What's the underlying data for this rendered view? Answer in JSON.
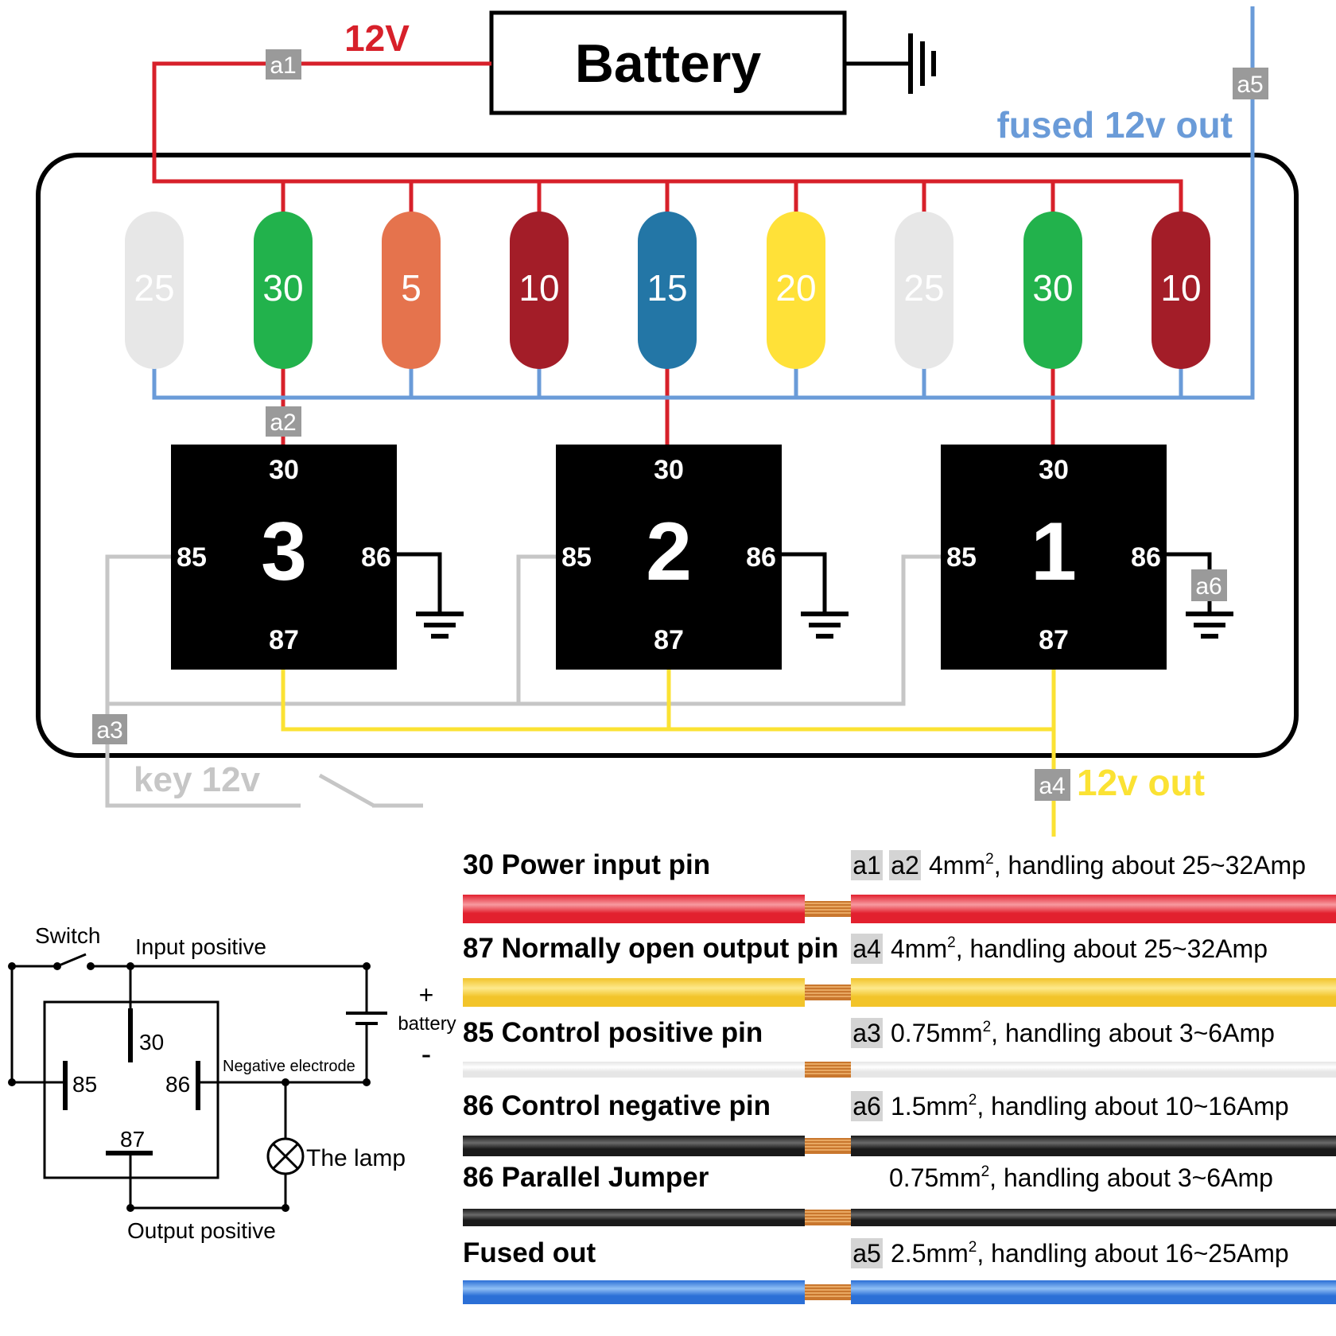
{
  "top_diagram": {
    "supply_label": "12V",
    "battery_label": "Battery",
    "fused_out_label": "fused 12v out",
    "key_label": "key 12v",
    "out_label": "12v out",
    "markers": [
      "a1",
      "a2",
      "a3",
      "a4",
      "a5",
      "a6"
    ],
    "fuses": [
      {
        "rating": "25",
        "color": "#e7e7e7",
        "text_color": "#ffffff"
      },
      {
        "rating": "30",
        "color": "#22b24c",
        "text_color": "#ffffff"
      },
      {
        "rating": "5",
        "color": "#e5734d",
        "text_color": "#ffffff"
      },
      {
        "rating": "10",
        "color": "#a31d28",
        "text_color": "#ffffff"
      },
      {
        "rating": "15",
        "color": "#2376a6",
        "text_color": "#ffffff"
      },
      {
        "rating": "20",
        "color": "#ffe138",
        "text_color": "#ffffff"
      },
      {
        "rating": "25",
        "color": "#e7e7e7",
        "text_color": "#ffffff"
      },
      {
        "rating": "30",
        "color": "#22b24c",
        "text_color": "#ffffff"
      },
      {
        "rating": "10",
        "color": "#a31d28",
        "text_color": "#ffffff"
      }
    ],
    "relays": [
      {
        "number": "3",
        "pin_top": "30",
        "pin_left": "85",
        "pin_right": "86",
        "pin_bottom": "87"
      },
      {
        "number": "2",
        "pin_top": "30",
        "pin_left": "85",
        "pin_right": "86",
        "pin_bottom": "87"
      },
      {
        "number": "1",
        "pin_top": "30",
        "pin_left": "85",
        "pin_right": "86",
        "pin_bottom": "87"
      }
    ]
  },
  "schematic": {
    "switch_label": "Switch",
    "input_positive": "Input positive",
    "pin_30": "30",
    "pin_85": "85",
    "pin_86": "86",
    "pin_87": "87",
    "plus": "+",
    "battery": "battery",
    "minus": "-",
    "negative_electrode": "Negative electrode",
    "lamp": "The lamp",
    "output_positive": "Output positive"
  },
  "wire_legend": [
    {
      "title": "30 Power input pin",
      "tags": [
        "a1",
        "a2"
      ],
      "spec": "4mm",
      "rest": ", handling about 25~32Amp",
      "color": "#e2202e",
      "light": "#f79aa0"
    },
    {
      "title": "87 Normally open output pin",
      "tags": [
        "a4"
      ],
      "spec": "4mm",
      "rest": ", handling about 25~32Amp",
      "color": "#f2c42a",
      "light": "#fde98c"
    },
    {
      "title": "85 Control positive pin",
      "tags": [
        "a3"
      ],
      "spec": "0.75mm",
      "rest": ", handling about 3~6Amp",
      "color": "#e6e6e6",
      "light": "#ffffff"
    },
    {
      "title": "86 Control negative pin",
      "tags": [
        "a6"
      ],
      "spec": "1.5mm",
      "rest": ", handling about 10~16Amp",
      "color": "#1a1a1a",
      "light": "#6a6a6a"
    },
    {
      "title": "86 Parallel Jumper",
      "tags": [],
      "spec": "0.75mm",
      "rest": ", handling about 3~6Amp",
      "color": "#1a1a1a",
      "light": "#6a6a6a"
    },
    {
      "title": "Fused out",
      "tags": [
        "a5"
      ],
      "spec": "2.5mm",
      "rest": ", handling about 16~25Amp",
      "color": "#2b6fd6",
      "light": "#8fbff5"
    }
  ],
  "superscript": "2",
  "colors": {
    "red_wire": "#d7202a",
    "blue_wire": "#6a9bd8",
    "gray_wire": "#c6c6c6",
    "yellow_wire": "#fbe233",
    "marker_bg": "#9a9a9a",
    "tag_bg": "#d4d4d4",
    "fused_text": "#6a9bd8",
    "out_text": "#fbe233",
    "key_text": "#c6c6c6",
    "supply_text": "#d7202a"
  }
}
